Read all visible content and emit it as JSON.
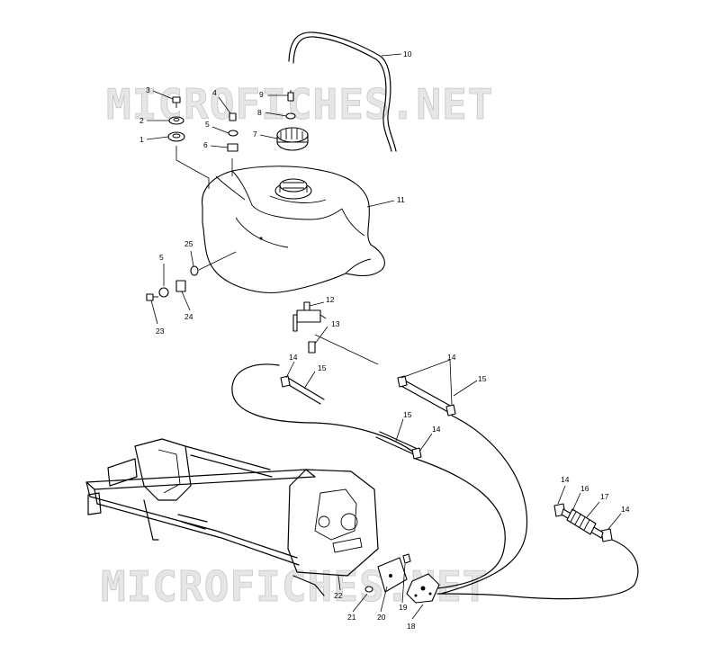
{
  "watermark": {
    "top": "MICROFICHES.NET",
    "bottom": "MICROFICHES.NET"
  },
  "callouts": {
    "c1": "1",
    "c2": "2",
    "c3": "3",
    "c4": "4",
    "c5": "5",
    "c6": "6",
    "c7": "7",
    "c8": "8",
    "c9": "9",
    "c10": "10",
    "c11": "11",
    "c12": "12",
    "c13": "13",
    "c14": "14",
    "c15": "15",
    "c16": "16",
    "c17": "17",
    "c18": "18",
    "c19": "19",
    "c20": "20",
    "c21": "21",
    "c22": "22",
    "c23": "23",
    "c24": "24",
    "c25": "25"
  },
  "colors": {
    "line": "#000000",
    "watermark_fill": "#e6e6e6",
    "background": "#ffffff"
  }
}
